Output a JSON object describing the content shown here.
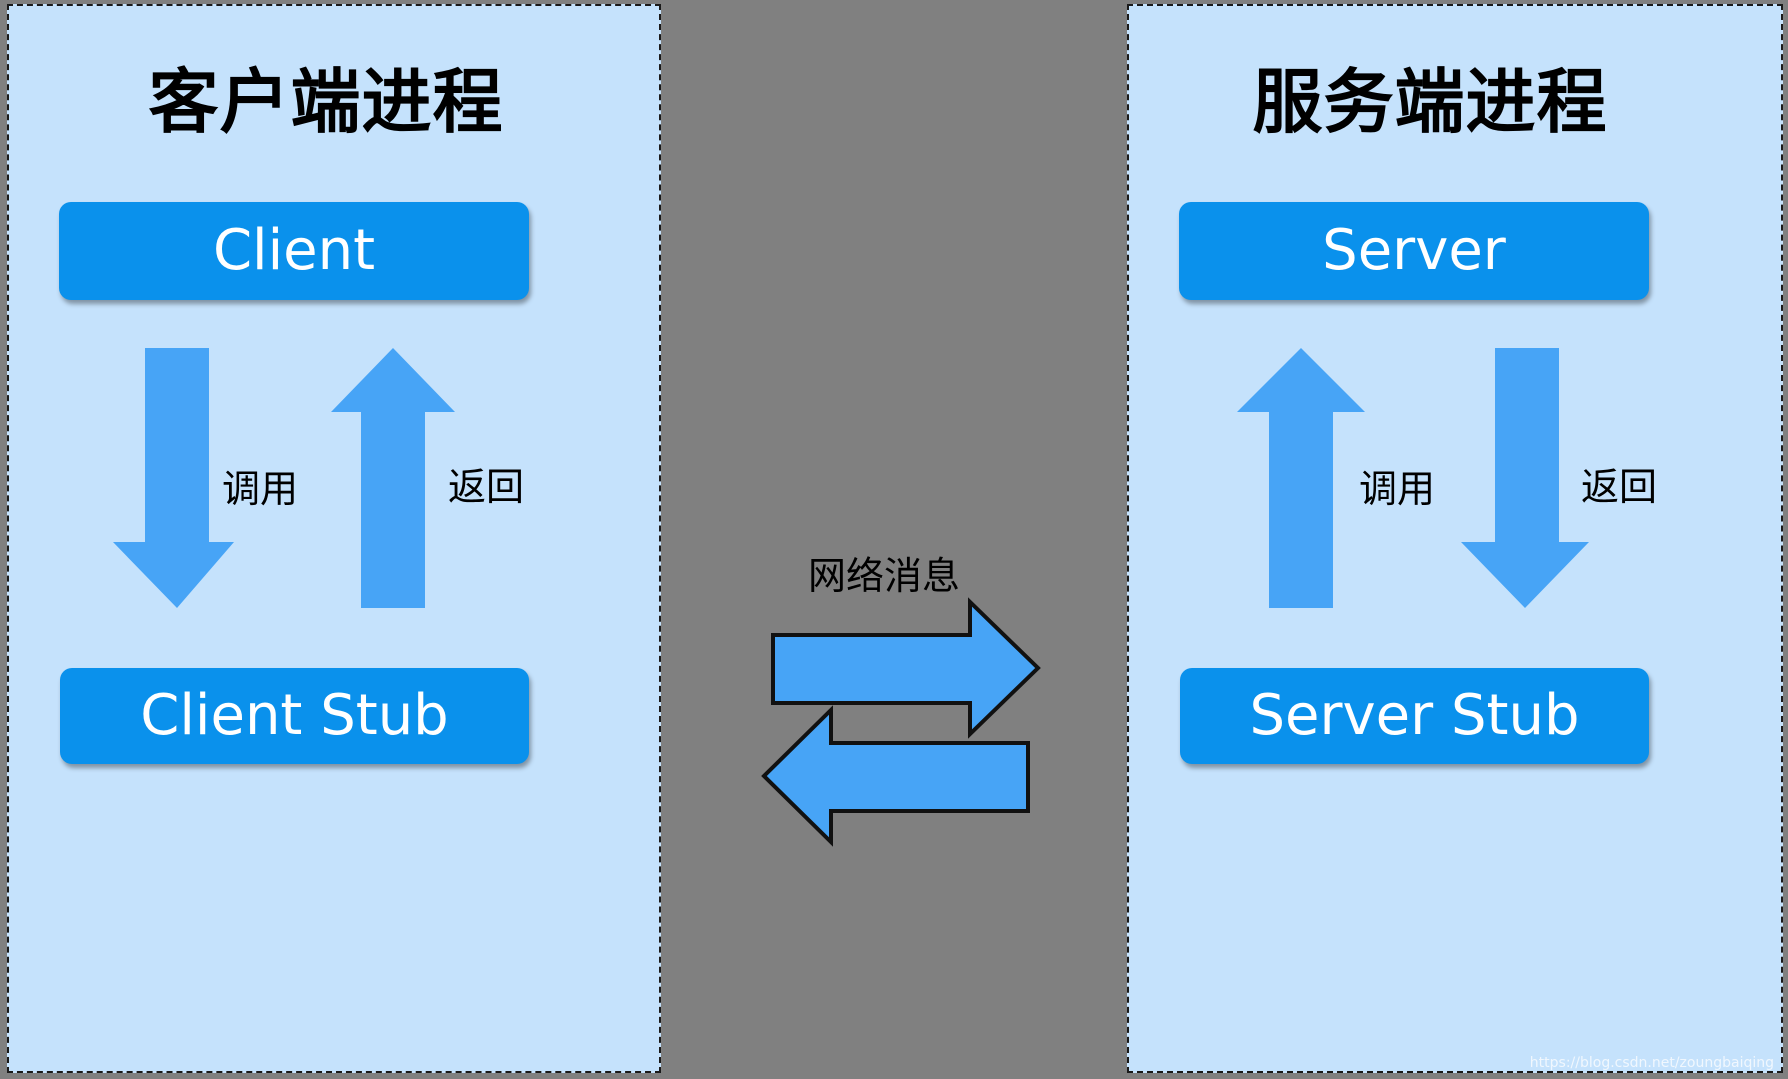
{
  "client_panel": {
    "title": "客户端进程",
    "top_box": "Client",
    "bottom_box": "Client Stub",
    "down_arrow_label": "调用",
    "up_arrow_label": "返回"
  },
  "server_panel": {
    "title": "服务端进程",
    "top_box": "Server",
    "bottom_box": "Server Stub",
    "up_arrow_label": "调用",
    "down_arrow_label": "返回"
  },
  "network": {
    "label": "网络消息"
  },
  "watermark": "https://blog.csdn.net/zoungbaiqing",
  "colors": {
    "background": "#808080",
    "panel": "#c5e2fc",
    "box": "#0a91ec",
    "arrow": "#47a4f6"
  }
}
